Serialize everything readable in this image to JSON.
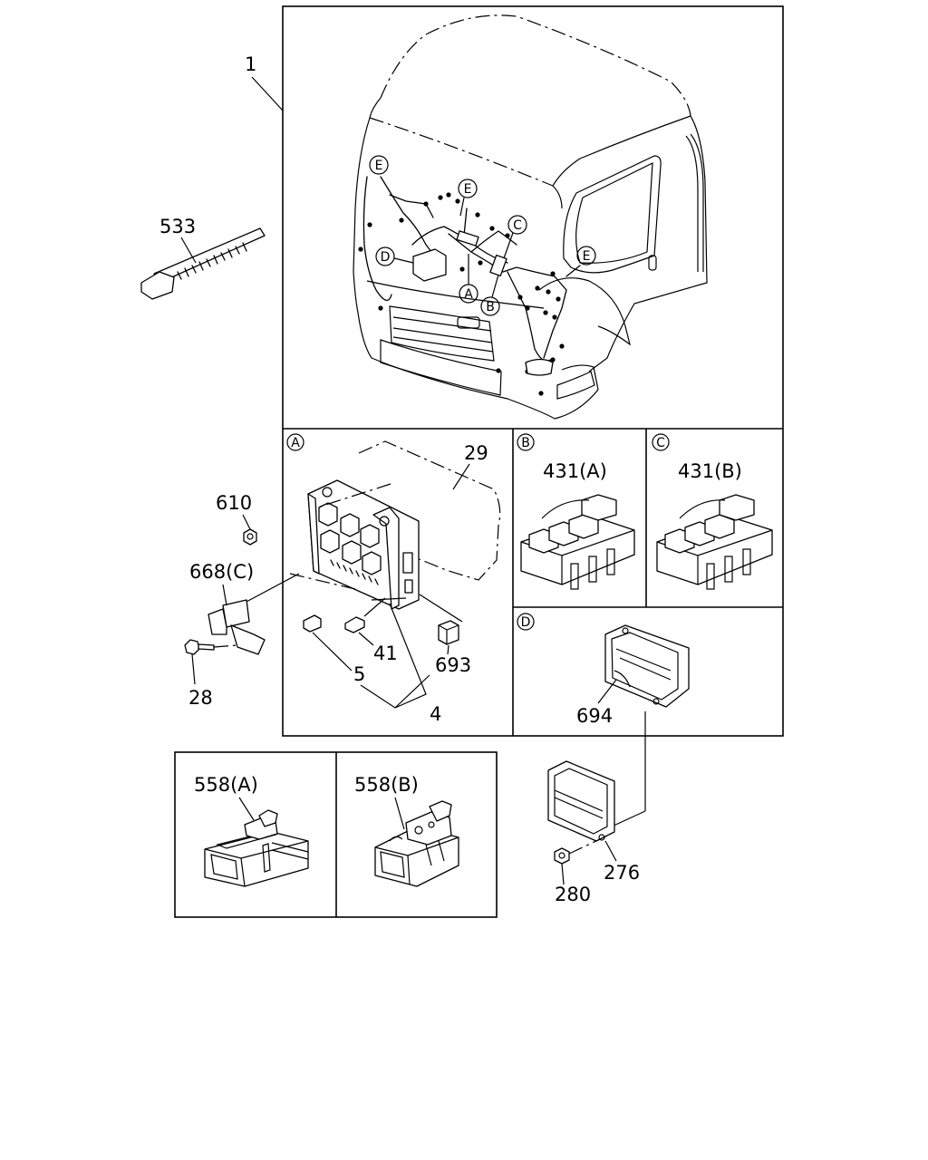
{
  "labels": {
    "p1": "1",
    "p533": "533",
    "p29": "29",
    "p610": "610",
    "p668": "668(C)",
    "p28": "28",
    "p5": "5",
    "p41": "41",
    "p4": "4",
    "p693": "693",
    "p431a": "431(A)",
    "p431b": "431(B)",
    "p694": "694",
    "p558a": "558(A)",
    "p558b": "558(B)",
    "p276": "276",
    "p280": "280"
  },
  "callouts": {
    "E1": "E",
    "E2": "E",
    "E3": "E",
    "C": "C",
    "D": "D",
    "A": "A",
    "B": "B"
  },
  "panels": {
    "A": "A",
    "B": "B",
    "C": "C",
    "D": "D"
  }
}
